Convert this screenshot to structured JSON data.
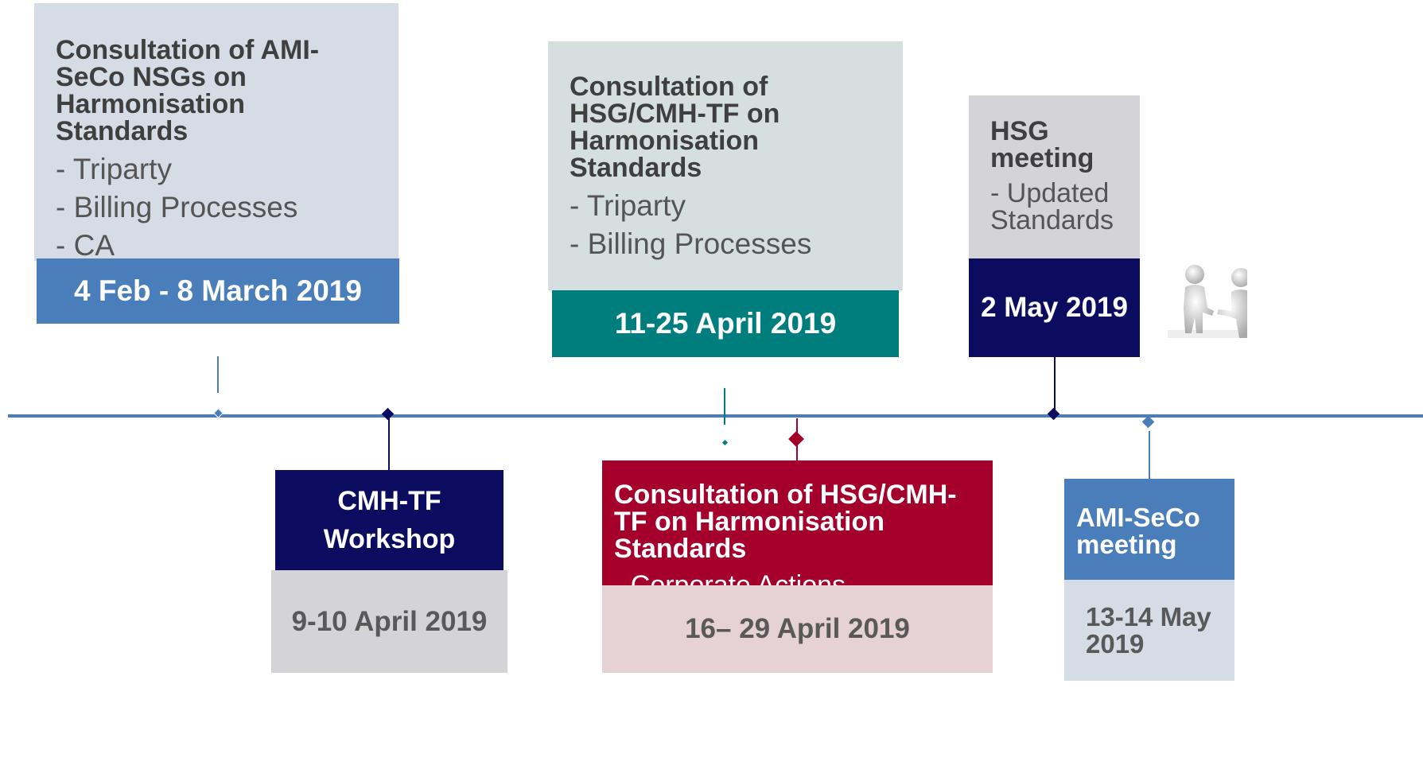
{
  "events": [
    {
      "id": "nsg-consultation",
      "title": "Consultation of AMI-SeCo NSGs on Harmonisation Standards",
      "items": [
        "- Triparty",
        "- Billing Processes",
        "- CA"
      ],
      "date": "4 Feb - 8 March 2019",
      "colors": {
        "body": "#d6dce5",
        "date": "#4a7ebb",
        "date_text": "#ffffff"
      }
    },
    {
      "id": "hsg-cmhtf-consultation",
      "title": "Consultation of HSG/CMH-TF on Harmonisation Standards",
      "items": [
        "- Triparty",
        "- Billing Processes"
      ],
      "date": "11-25 April 2019",
      "colors": {
        "body": "#d5dfe0",
        "date": "#007d7d",
        "date_text": "#ffffff"
      }
    },
    {
      "id": "hsg-meeting",
      "title": "HSG meeting",
      "items": [
        "- Updated Standards"
      ],
      "date": "2 May 2019",
      "colors": {
        "body": "#d3d3d8",
        "date": "#0b0b5f",
        "date_text": "#ffffff"
      }
    },
    {
      "id": "cmhtf-workshop",
      "title": "CMH-TF Workshop",
      "items": [],
      "date": "9-10 April 2019",
      "colors": {
        "title_bg": "#0b0b5f",
        "date": "#d3d3d8",
        "date_text": "#595959"
      }
    },
    {
      "id": "ca-consultation",
      "title": "Consultation of HSG/CMH-TF on Harmonisation Standards",
      "items": [
        "- Corporate Actions"
      ],
      "date": "16– 29 April 2019",
      "colors": {
        "title_bg": "#a5002c",
        "date": "#e6d1d4",
        "date_text": "#595959"
      }
    },
    {
      "id": "amiseco-meeting",
      "title": "AMI-SeCo meeting",
      "items": [],
      "date": "13-14 May 2019",
      "colors": {
        "title_bg": "#4a7ebb",
        "date": "#d6dce5",
        "date_text": "#595959"
      }
    }
  ],
  "timeline": {
    "color": "#4a7ebb"
  },
  "icons": {
    "handshake": "handshake-figures-icon"
  }
}
